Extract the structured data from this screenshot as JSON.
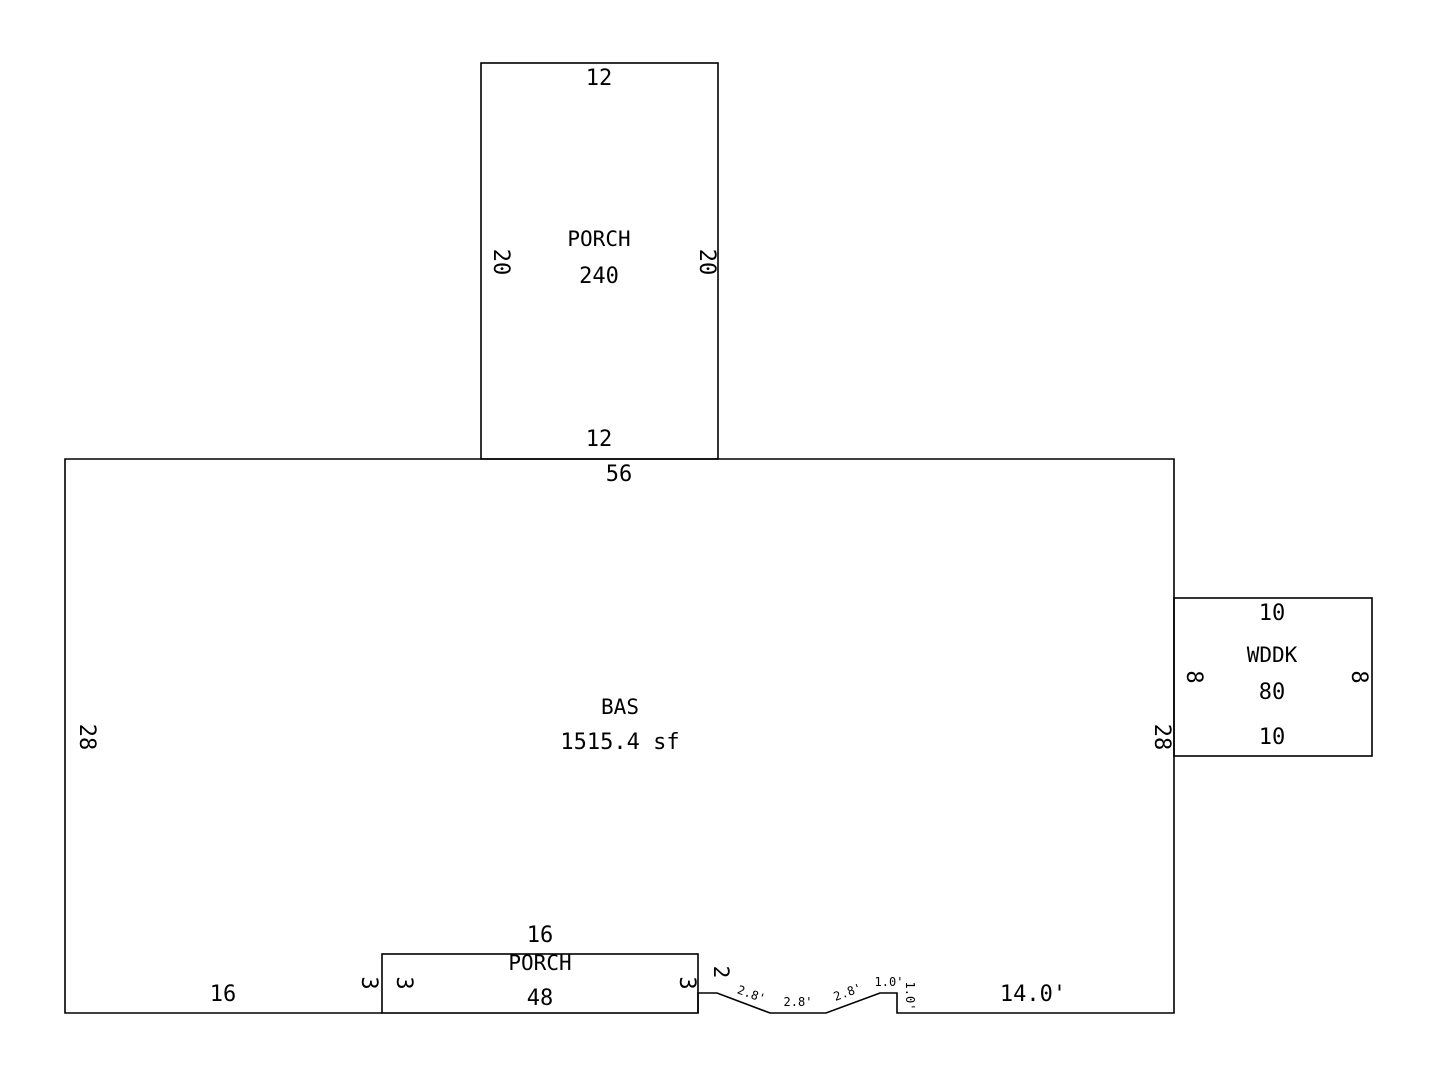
{
  "areas": {
    "porch_top": {
      "name": "PORCH",
      "area": "240",
      "dim_top": "12",
      "dim_bottom": "12",
      "dim_left": "20",
      "dim_right": "20"
    },
    "bas": {
      "name": "BAS",
      "area": "1515.4 sf",
      "dim_top": "56",
      "dim_left": "28",
      "dim_right": "28",
      "dim_bottom_left": "16",
      "dim_bottom_right": "14.0'"
    },
    "wddk": {
      "name": "WDDK",
      "area": "80",
      "dim_top": "10",
      "dim_bottom": "10",
      "dim_left": "8",
      "dim_right": "8"
    },
    "porch_bottom": {
      "name": "PORCH",
      "area": "48",
      "dim_top": "16",
      "dim_left_outer": "3",
      "dim_left_inner": "3",
      "dim_right": "3"
    },
    "notch": {
      "seg1": "2",
      "seg2": "2.8'",
      "seg3": "2.8'",
      "seg4": "2.8'",
      "seg5": "1.0'",
      "seg6": "1.0'"
    }
  }
}
